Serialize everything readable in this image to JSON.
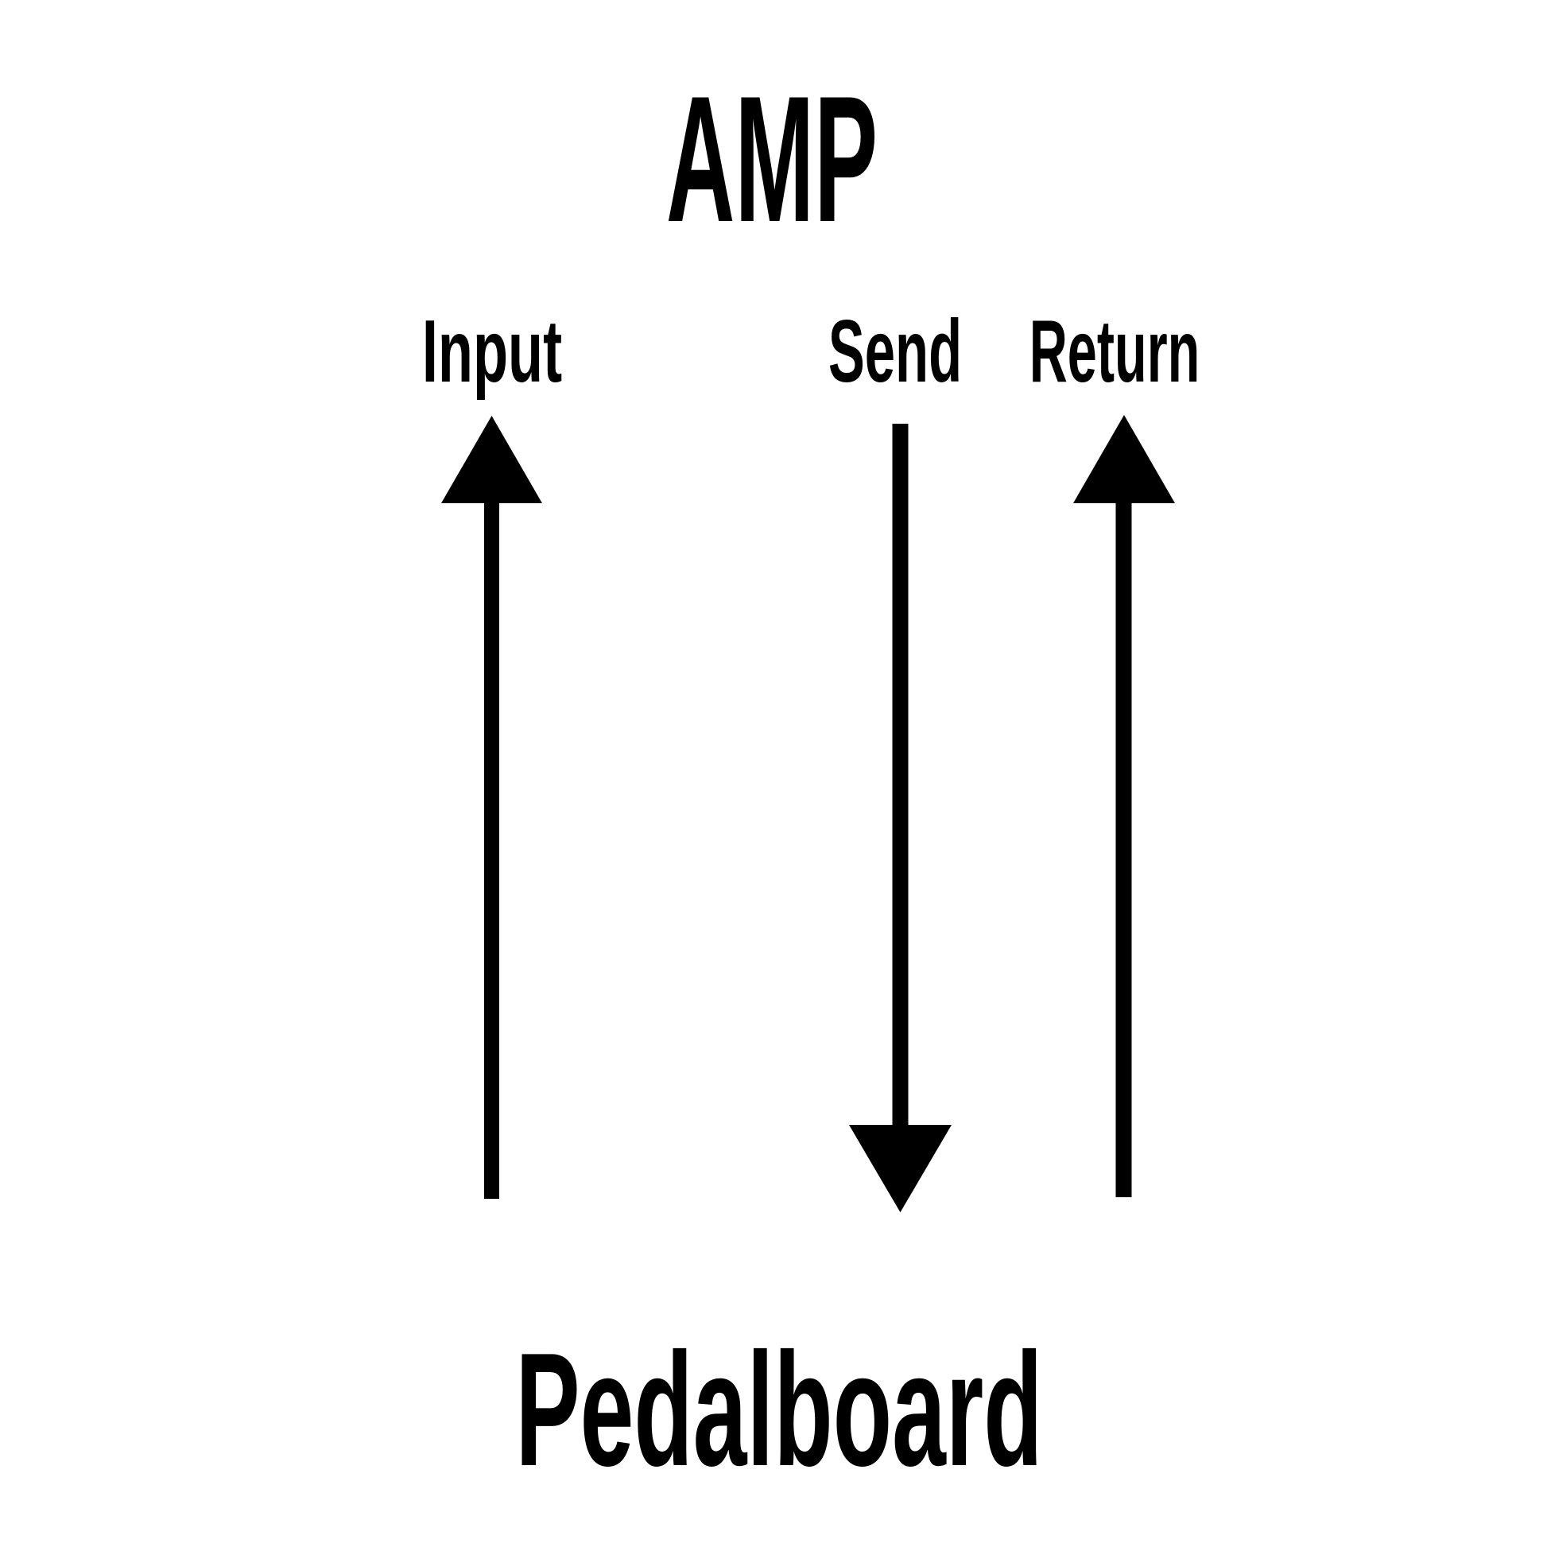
{
  "diagram": {
    "title": "AMP",
    "bottom_label": "Pedalboard",
    "jacks": [
      {
        "label": "Input",
        "direction": "up"
      },
      {
        "label": "Send",
        "direction": "down"
      },
      {
        "label": "Return",
        "direction": "up"
      }
    ],
    "colors": {
      "ink": "#000000",
      "background": "#ffffff"
    }
  }
}
